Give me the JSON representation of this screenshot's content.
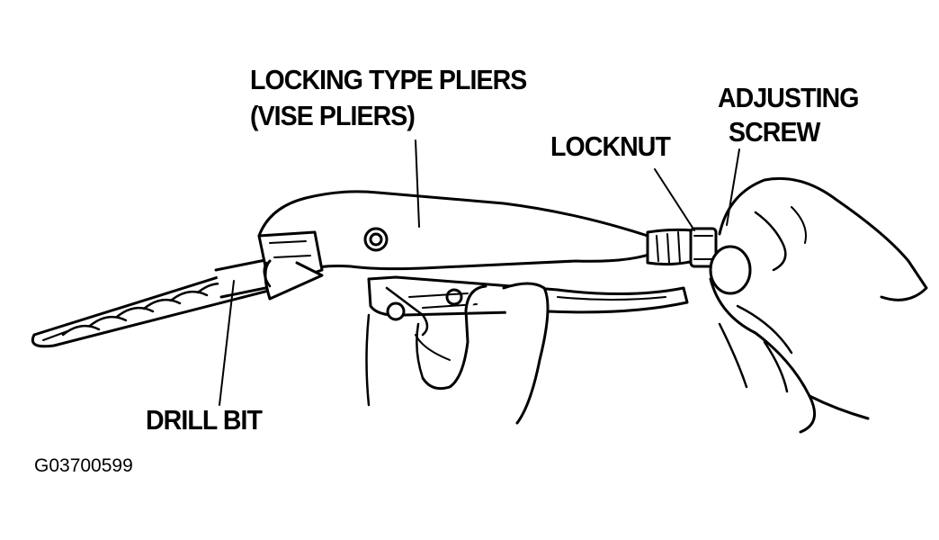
{
  "labels": {
    "pliers_line1": "LOCKING TYPE PLIERS",
    "pliers_line2": "(VISE PLIERS)",
    "locknut": "LOCKNUT",
    "adjusting_line1": "ADJUSTING",
    "adjusting_line2": "SCREW",
    "drill_bit": "DRILL BIT"
  },
  "figure_code": "G03700599",
  "colors": {
    "ink": "#000000",
    "paper": "#ffffff"
  }
}
